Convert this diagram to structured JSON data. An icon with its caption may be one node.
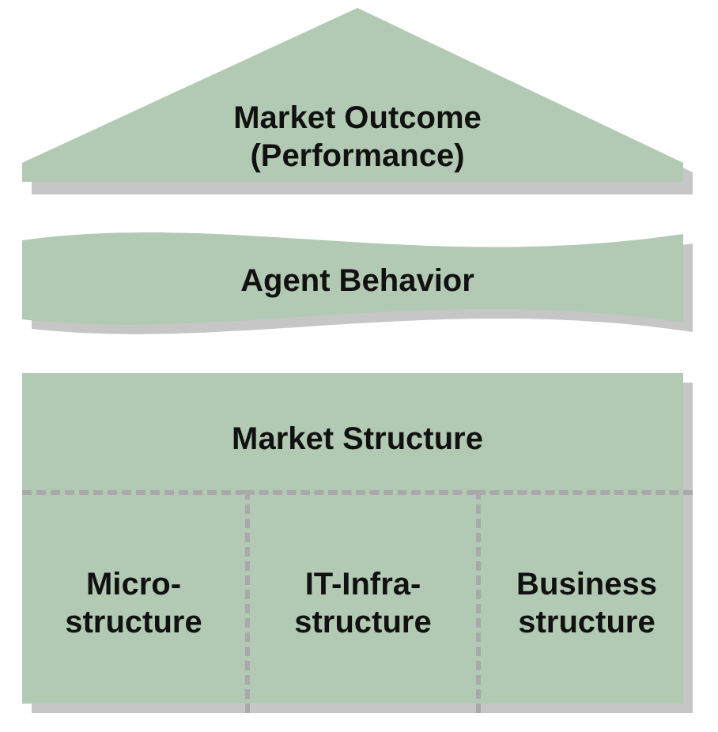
{
  "diagram": {
    "nodes": [
      {
        "text": [
          "Market Outcome (Performance)"
        ]
      },
      {
        "text": [
          "Agent Behavior"
        ]
      },
      {
        "text": [
          "Market Structure"
        ]
      },
      {
        "text": [
          "Micro- structure"
        ],
        "in": 2
      },
      {
        "text": [
          "IT-Infra- structure"
        ],
        "in": 2
      },
      {
        "text": [
          "Business structure"
        ],
        "in": 2
      }
    ]
  }
}
